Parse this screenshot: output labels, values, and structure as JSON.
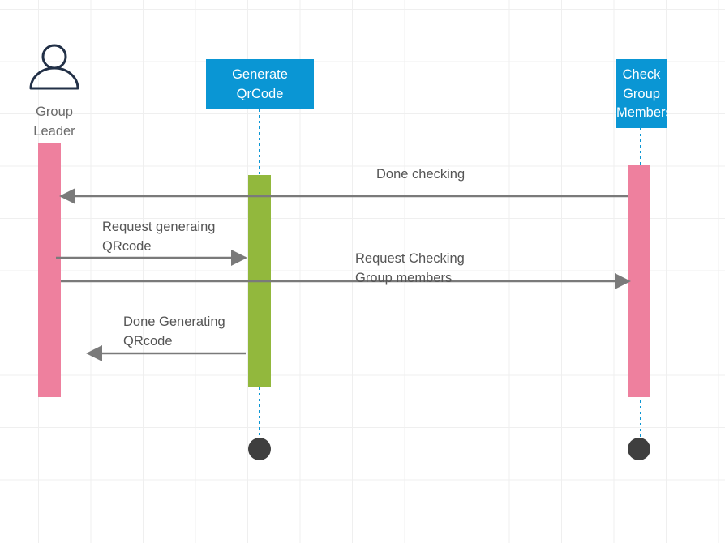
{
  "diagram": {
    "type": "sequence",
    "actor": {
      "icon": "user-icon",
      "label": "Group\nLeader"
    },
    "lifelines": [
      {
        "id": "generate",
        "label": "Generate\nQrCode"
      },
      {
        "id": "check",
        "label": "Check\nGroup\nMembers"
      }
    ],
    "messages": [
      {
        "label": "Done checking",
        "from": "Check Group Members",
        "to": "Group Leader"
      },
      {
        "label": "Request generaing\nQRcode",
        "from": "Group Leader",
        "to": "Generate QrCode"
      },
      {
        "label": "Request Checking\nGroup members",
        "from": "Group Leader",
        "to": "Check Group Members"
      },
      {
        "label": "Done Generating\nQRcode",
        "from": "Generate QrCode",
        "to": "Group Leader"
      }
    ],
    "colors": {
      "lifeline_box": "#0a96d4",
      "activation_pink": "#ee809e",
      "activation_green": "#92b83d",
      "arrow": "#7a7a7a",
      "end_marker": "#3f3f3f",
      "actor_stroke": "#223047"
    }
  }
}
